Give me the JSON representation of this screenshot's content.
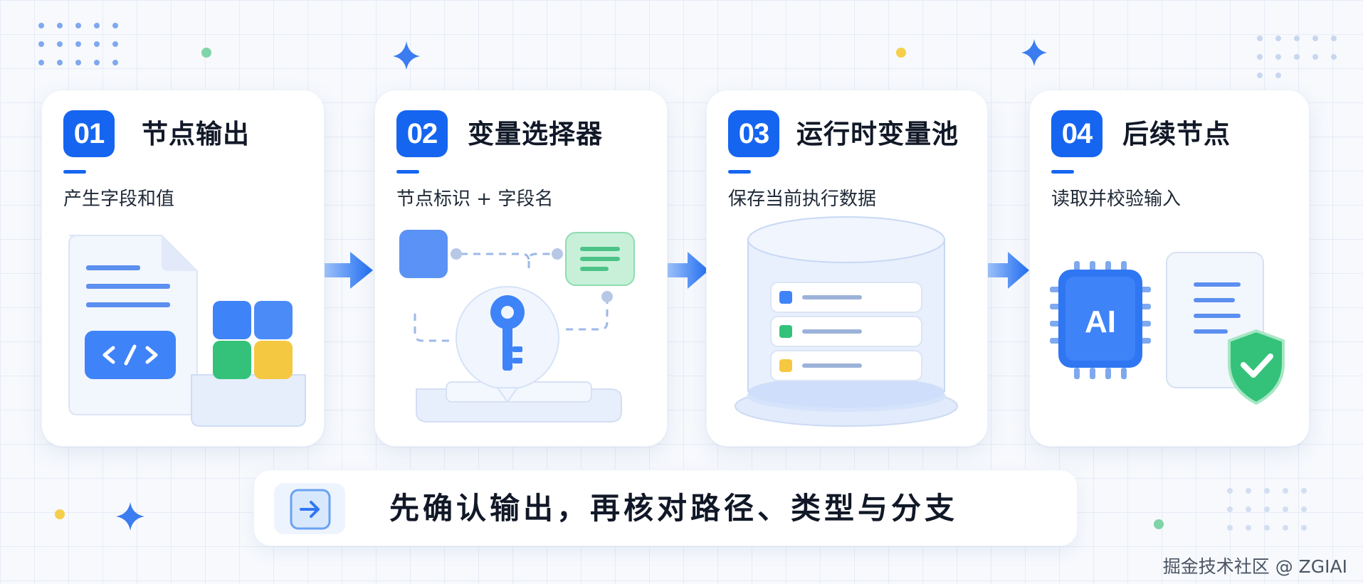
{
  "steps": [
    {
      "num": "01",
      "title": "节点输出",
      "subtitle": "产生字段和值",
      "illustration": "code-document-with-blocks-icon"
    },
    {
      "num": "02",
      "title": "变量选择器",
      "subtitle": "节点标识 + 字段名",
      "illustration": "key-with-node-connections-icon"
    },
    {
      "num": "03",
      "title": "运行时变量池",
      "subtitle": "保存当前执行数据",
      "illustration": "database-cylinder-icon"
    },
    {
      "num": "04",
      "title": "后续节点",
      "subtitle": "读取并校验输入",
      "illustration": "ai-chip-with-shield-icon"
    }
  ],
  "illustration_text": {
    "ai_chip": "AI"
  },
  "banner": {
    "text": "先确认输出，再核对路径、类型与分支",
    "icon": "arrow-right-icon"
  },
  "watermark": "掘金技术社区 @ ZGIAI",
  "colors": {
    "accent": "#1565f0",
    "green": "#34c27a",
    "yellow": "#f5c842",
    "blue_block": "#3f83f8"
  }
}
